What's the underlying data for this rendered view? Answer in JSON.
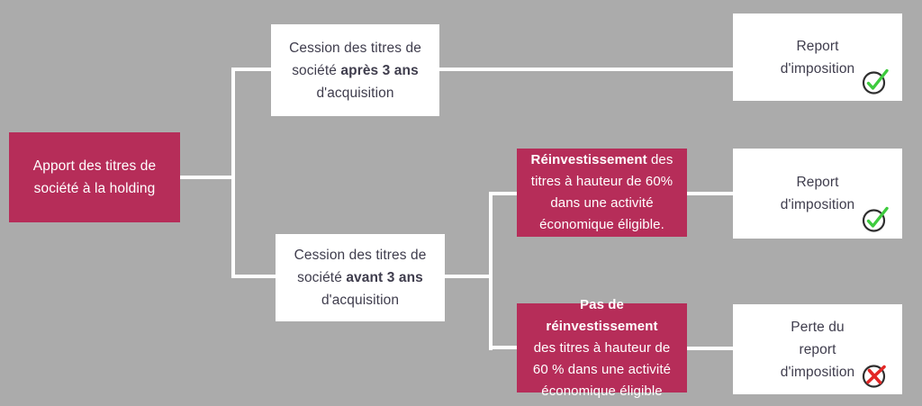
{
  "colors": {
    "background": "#ababab",
    "node_crimson": "#b62d59",
    "node_white": "#ffffff",
    "text_dark": "#3f3d4d",
    "text_light": "#ffffff",
    "connector": "#ffffff",
    "check_green": "#3ecb3e",
    "cross_red": "#e32726",
    "icon_ring": "#2f2f2f"
  },
  "nodes": {
    "apport": {
      "line1": "Apport des titres de",
      "line2": "société à la holding"
    },
    "cession_apres": {
      "line1": "Cession des titres de",
      "line2_pre": "société ",
      "line2_bold": "après 3 ans",
      "line3": "d'acquisition"
    },
    "cession_avant": {
      "line1": "Cession des titres de",
      "line2_pre": "société ",
      "line2_bold": "avant 3 ans",
      "line3": "d'acquisition"
    },
    "reinvestissement": {
      "line1_bold": "Réinvestissement",
      "line1_post": " des",
      "line2": "titres à hauteur de 60%",
      "line3": "dans une activité",
      "line4": "économique éligible."
    },
    "pas_reinvestissement": {
      "line1_bold": "Pas de réinvestissement",
      "line2": "des titres à hauteur de",
      "line3": "60 % dans une activité",
      "line4": "économique éligible"
    },
    "report_imposition_1": {
      "line1": "Report",
      "line2": "d'imposition",
      "icon": "check-icon"
    },
    "report_imposition_2": {
      "line1": "Report",
      "line2": "d'imposition",
      "icon": "check-icon"
    },
    "perte_report": {
      "line1": "Perte du",
      "line2": "report",
      "line3": "d'imposition",
      "icon": "cross-icon"
    }
  }
}
